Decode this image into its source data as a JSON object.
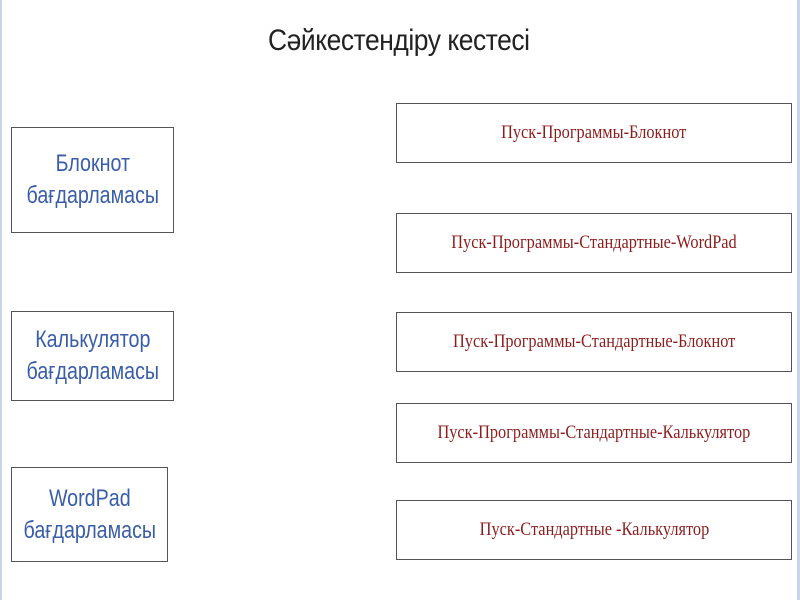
{
  "title": "Сәйкестендіру кестесі",
  "programs": [
    {
      "line1": "Блокнот",
      "line2": "бағдарламасы"
    },
    {
      "line1": "Калькулятор",
      "line2": "бағдарламасы"
    },
    {
      "line1": "WordPad",
      "line2": "бағдарламасы"
    }
  ],
  "paths": [
    "Пуск-Программы-Блокнот",
    "Пуск-Программы-Стандартные-WordPad",
    "Пуск-Программы-Стандартные-Блокнот",
    "Пуск-Программы-Стандартные-Калькулятор",
    "Пуск-Стандартные -Калькулятор"
  ]
}
